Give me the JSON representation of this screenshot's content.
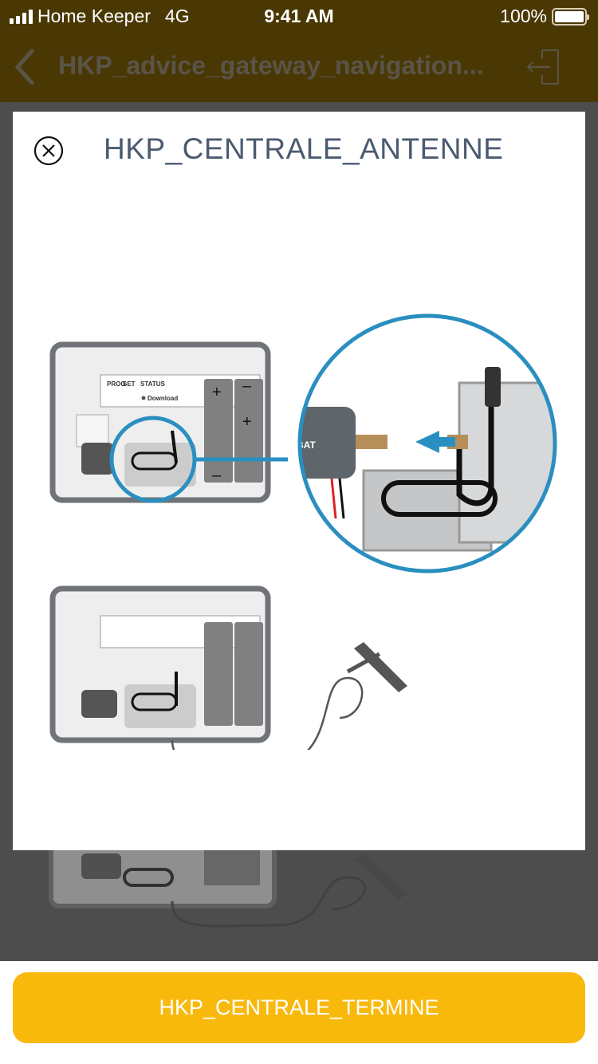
{
  "status_bar": {
    "carrier": "Home Keeper",
    "network": "4G",
    "time": "9:41 AM",
    "battery": "100%",
    "signal_bars": 4
  },
  "nav": {
    "title": "HKP_advice_gateway_navigation..."
  },
  "modal": {
    "title": "HKP_CENTRALE_ANTENNE"
  },
  "illustration": {
    "labels": {
      "prog": "PROG",
      "set": "SET",
      "status": "STATUS",
      "download": "Download",
      "bat": "BAT"
    }
  },
  "footer": {
    "button_label": "HKP_CENTRALE_TERMINE"
  },
  "colors": {
    "accent": "#f8b90c",
    "nav_bg": "#4a3804",
    "title": "#4a5a70",
    "highlight": "#2a8fc0"
  }
}
